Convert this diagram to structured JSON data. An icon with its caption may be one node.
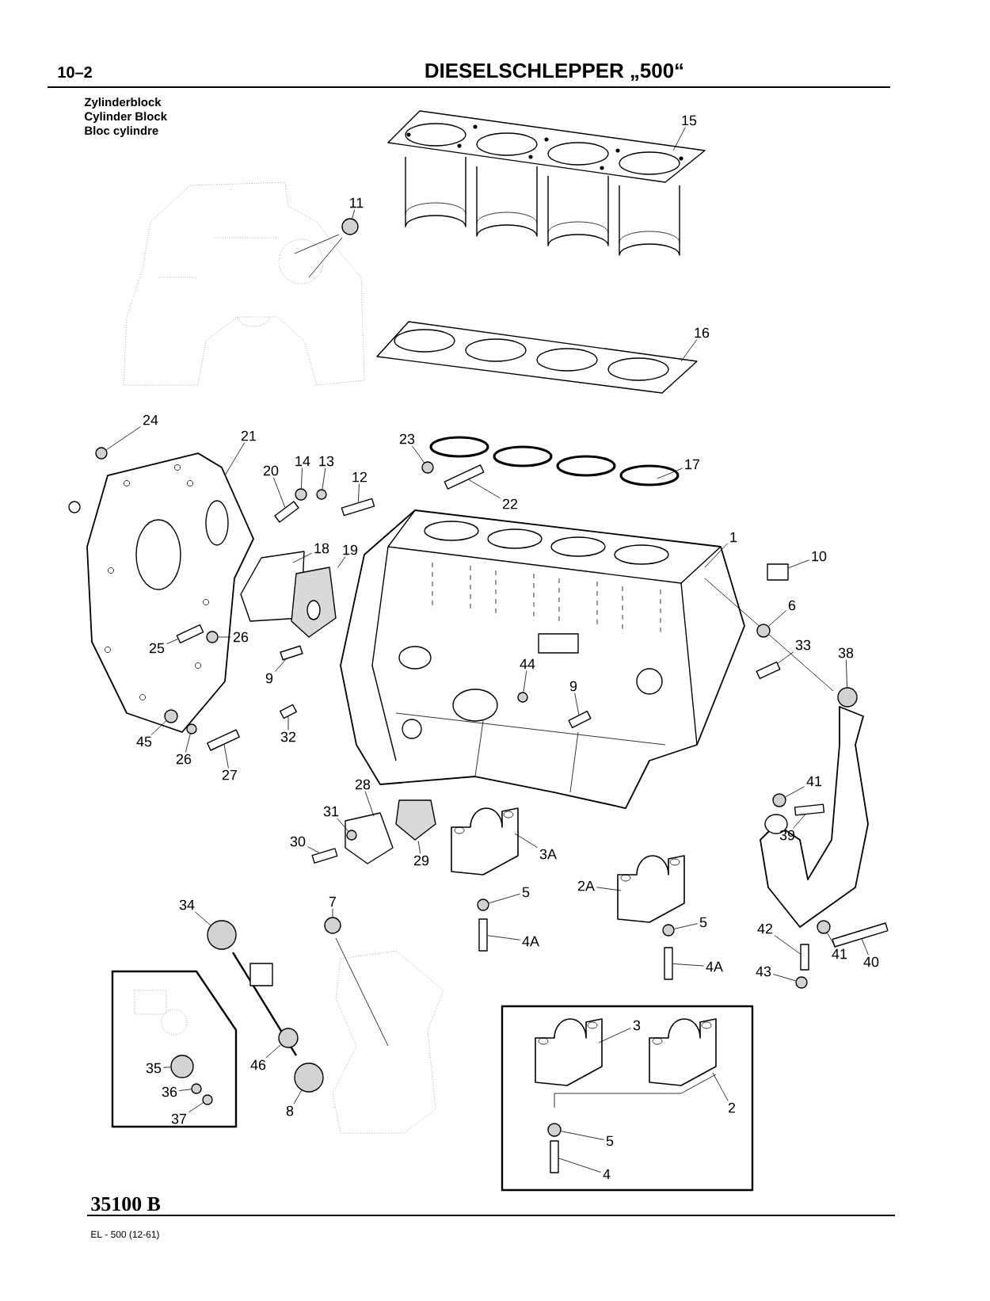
{
  "diagram": {
    "title": "DIESELSCHLEPPER „500“",
    "nodes": [
      {
        "text": [
          "15"
        ]
      },
      {
        "text": [
          "11"
        ]
      },
      {
        "text": [
          "16"
        ]
      },
      {
        "text": [
          "24"
        ]
      },
      {
        "text": [
          "21"
        ]
      },
      {
        "text": [
          "23"
        ]
      },
      {
        "text": [
          "14"
        ]
      },
      {
        "text": [
          "13"
        ]
      },
      {
        "text": [
          "17"
        ]
      },
      {
        "text": [
          "20"
        ]
      },
      {
        "text": [
          "12"
        ]
      },
      {
        "text": [
          "22"
        ]
      },
      {
        "text": [
          "1"
        ]
      },
      {
        "text": [
          "18"
        ]
      },
      {
        "text": [
          "19"
        ]
      },
      {
        "text": [
          "10"
        ]
      },
      {
        "text": [
          "6"
        ]
      },
      {
        "text": [
          "26"
        ]
      },
      {
        "text": [
          "33"
        ]
      },
      {
        "text": [
          "25"
        ]
      },
      {
        "text": [
          "38"
        ]
      },
      {
        "text": [
          "44"
        ]
      },
      {
        "text": [
          "9"
        ]
      },
      {
        "text": [
          "9"
        ]
      },
      {
        "text": [
          "32"
        ]
      },
      {
        "text": [
          "45"
        ]
      },
      {
        "text": [
          "26"
        ]
      },
      {
        "text": [
          "27"
        ]
      },
      {
        "text": [
          "41"
        ]
      },
      {
        "text": [
          "28"
        ]
      },
      {
        "text": [
          "31"
        ]
      },
      {
        "text": [
          "39"
        ]
      },
      {
        "text": [
          "30"
        ]
      },
      {
        "text": [
          "3A"
        ]
      },
      {
        "text": [
          "29"
        ]
      },
      {
        "text": [
          "2A"
        ]
      },
      {
        "text": [
          "5"
        ]
      },
      {
        "text": [
          "34"
        ]
      },
      {
        "text": [
          "7"
        ]
      },
      {
        "text": [
          "5"
        ]
      },
      {
        "text": [
          "42"
        ]
      },
      {
        "text": [
          "4A"
        ]
      },
      {
        "text": [
          "41"
        ]
      },
      {
        "text": [
          "40"
        ]
      },
      {
        "text": [
          "4A"
        ]
      },
      {
        "text": [
          "43"
        ]
      },
      {
        "text": [],
        "shape": "box"
      },
      {
        "text": [],
        "shape": "box"
      },
      {
        "text": [
          "46"
        ]
      },
      {
        "text": [
          "35"
        ],
        "in": 46
      },
      {
        "text": [
          "36"
        ],
        "in": 46
      },
      {
        "text": [
          "37"
        ],
        "in": 46
      },
      {
        "text": [
          "8"
        ]
      },
      {
        "text": [
          "3"
        ],
        "in": 47
      },
      {
        "text": [
          "2"
        ],
        "in": 47
      },
      {
        "text": [
          "5"
        ],
        "in": 47
      },
      {
        "text": [
          "4"
        ],
        "in": 47
      },
      {
        "text": [],
        "shape": "circle"
      },
      {
        "text": [],
        "shape": "circle"
      },
      {
        "text": [],
        "shape": "circle"
      },
      {
        "text": [],
        "shape": "circle"
      },
      {
        "text": [],
        "shape": "circle"
      },
      {
        "text": [],
        "shape": "bar"
      },
      {
        "text": [],
        "shape": "bar"
      },
      {
        "text": [],
        "shape": "bar"
      },
      {
        "text": [],
        "shape": "box"
      },
      {
        "text": [],
        "shape": "circle"
      },
      {
        "text": [],
        "shape": "circle"
      },
      {
        "text": [],
        "shape": "bar"
      },
      {
        "text": [],
        "shape": "bar"
      },
      {
        "text": [],
        "shape": "circle"
      },
      {
        "text": [],
        "shape": "circle"
      },
      {
        "text": [],
        "shape": "bar"
      },
      {
        "text": [],
        "shape": "bar"
      },
      {
        "text": [],
        "shape": "bar"
      },
      {
        "text": [],
        "shape": "circle"
      },
      {
        "text": [],
        "shape": "circle"
      },
      {
        "text": [],
        "shape": "bar"
      },
      {
        "text": [],
        "shape": "circle"
      },
      {
        "text": [],
        "shape": "circle"
      },
      {
        "text": [],
        "shape": "bar"
      },
      {
        "text": [],
        "shape": "bar"
      },
      {
        "text": [],
        "shape": "circle"
      },
      {
        "text": [],
        "shape": "circle"
      },
      {
        "text": [],
        "shape": "circle"
      },
      {
        "text": [],
        "shape": "circle"
      },
      {
        "text": [],
        "shape": "bar"
      },
      {
        "text": [],
        "shape": "bar"
      },
      {
        "text": [],
        "shape": "circle"
      },
      {
        "text": [],
        "shape": "bar"
      },
      {
        "text": [],
        "shape": "bar"
      },
      {
        "text": [],
        "shape": "circle"
      },
      {
        "text": [],
        "shape": "circle"
      },
      {
        "text": [],
        "shape": "circle",
        "in": 46
      },
      {
        "text": [],
        "shape": "circle",
        "in": 46
      },
      {
        "text": [],
        "shape": "circle",
        "in": 46
      },
      {
        "text": [],
        "shape": "circle"
      },
      {
        "text": [],
        "shape": "circle",
        "in": 47
      },
      {
        "text": [],
        "shape": "bar",
        "in": 47
      },
      {
        "text": [],
        "shape": "picture"
      },
      {
        "text": [],
        "shape": "picture"
      }
    ],
    "edges": [
      {
        "from": 0,
        "to": null,
        "arrow": "none"
      },
      {
        "from": 1,
        "to": 57,
        "arrow": "none"
      },
      {
        "from": 2,
        "to": null,
        "arrow": "none"
      },
      {
        "from": 3,
        "to": 58,
        "arrow": "none"
      },
      {
        "from": 4,
        "to": null,
        "arrow": "none"
      },
      {
        "from": 5,
        "to": 59,
        "arrow": "none"
      },
      {
        "from": 6,
        "to": 60,
        "arrow": "none"
      },
      {
        "from": 7,
        "to": 61,
        "arrow": "none"
      },
      {
        "from": 8,
        "to": null,
        "arrow": "none"
      },
      {
        "from": 9,
        "to": 62,
        "arrow": "none"
      },
      {
        "from": 10,
        "to": 63,
        "arrow": "none"
      },
      {
        "from": 11,
        "to": 64,
        "arrow": "none"
      },
      {
        "from": 12,
        "to": null,
        "arrow": "none"
      },
      {
        "from": 13,
        "to": null,
        "arrow": "none"
      },
      {
        "from": 14,
        "to": 99,
        "arrow": "none"
      },
      {
        "from": 15,
        "to": 65,
        "arrow": "none"
      },
      {
        "from": 16,
        "to": 66,
        "arrow": "none"
      },
      {
        "from": 17,
        "to": 67,
        "arrow": "none"
      },
      {
        "from": 18,
        "to": 68,
        "arrow": "none"
      },
      {
        "from": 19,
        "to": 69,
        "arrow": "none"
      },
      {
        "from": 20,
        "to": 70,
        "arrow": "none"
      },
      {
        "from": 21,
        "to": 71,
        "arrow": "none"
      },
      {
        "from": 22,
        "to": 72,
        "arrow": "none"
      },
      {
        "from": 23,
        "to": 73,
        "arrow": "none"
      },
      {
        "from": 24,
        "to": 74,
        "arrow": "none"
      },
      {
        "from": 25,
        "to": 75,
        "arrow": "none"
      },
      {
        "from": 26,
        "to": 76,
        "arrow": "none"
      },
      {
        "from": 27,
        "to": 77,
        "arrow": "none"
      },
      {
        "from": 28,
        "to": 78,
        "arrow": "none"
      },
      {
        "from": 29,
        "to": null,
        "arrow": "none"
      },
      {
        "from": 30,
        "to": 79,
        "arrow": "none"
      },
      {
        "from": 31,
        "to": 80,
        "arrow": "none"
      },
      {
        "from": 32,
        "to": 81,
        "arrow": "none"
      },
      {
        "from": 33,
        "to": null,
        "arrow": "none"
      },
      {
        "from": 34,
        "to": 100,
        "arrow": "none"
      },
      {
        "from": 35,
        "to": null,
        "arrow": "none"
      },
      {
        "from": 36,
        "to": 82,
        "arrow": "none"
      },
      {
        "from": 37,
        "to": 83,
        "arrow": "none"
      },
      {
        "from": 38,
        "to": 84,
        "arrow": "none"
      },
      {
        "from": 39,
        "to": 85,
        "arrow": "none"
      },
      {
        "from": 40,
        "to": 86,
        "arrow": "none"
      },
      {
        "from": 41,
        "to": 87,
        "arrow": "none"
      },
      {
        "from": 42,
        "to": 88,
        "arrow": "none"
      },
      {
        "from": 43,
        "to": 89,
        "arrow": "none"
      },
      {
        "from": 44,
        "to": 90,
        "arrow": "none"
      },
      {
        "from": 45,
        "to": 91,
        "arrow": "none"
      },
      {
        "from": 48,
        "to": 92,
        "arrow": "none"
      },
      {
        "from": 49,
        "to": 93,
        "arrow": "none"
      },
      {
        "from": 50,
        "to": 94,
        "arrow": "none"
      },
      {
        "from": 51,
        "to": 95,
        "arrow": "none"
      },
      {
        "from": 52,
        "to": 96,
        "arrow": "none"
      },
      {
        "from": 53,
        "to": null,
        "arrow": "none"
      },
      {
        "from": 54,
        "to": null,
        "arrow": "none"
      },
      {
        "from": 55,
        "to": 97,
        "arrow": "none"
      },
      {
        "from": 56,
        "to": 98,
        "arrow": "none"
      }
    ],
    "labels": [
      "10–2",
      "Zylinderblock",
      "Cylinder Block",
      "Bloc cylindre",
      "35100 B",
      "EL - 500 (12-61)"
    ]
  }
}
